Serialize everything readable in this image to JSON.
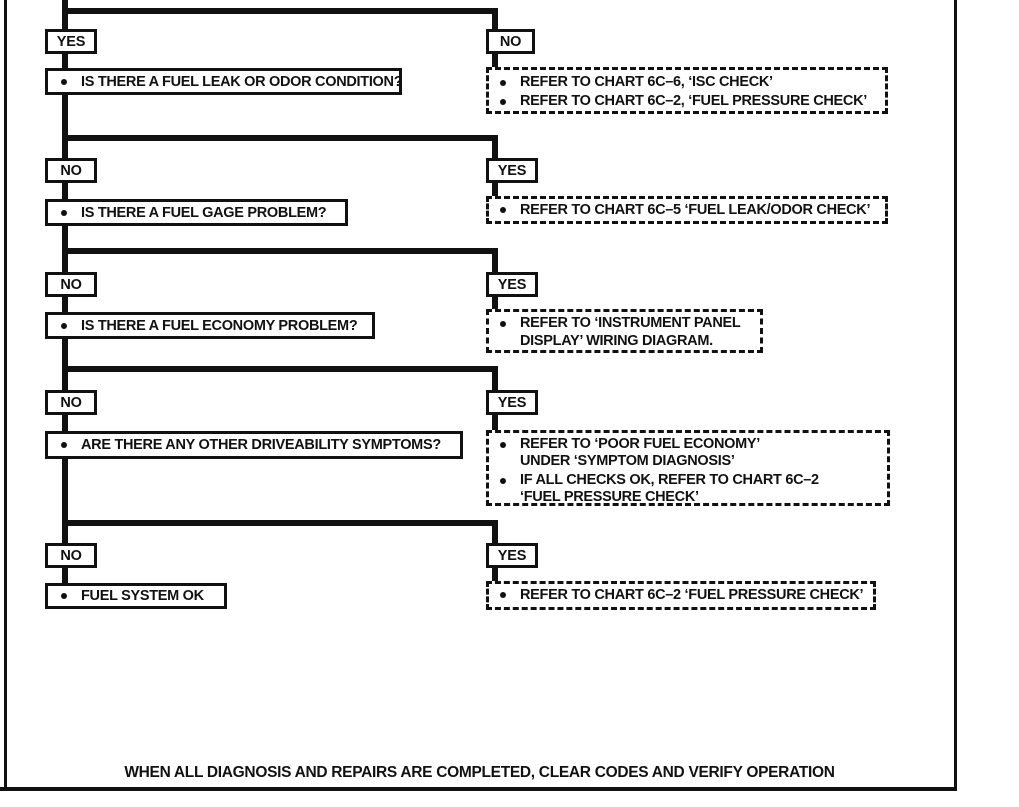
{
  "colors": {
    "ink": "#111111",
    "paper": "#ffffff"
  },
  "flow": {
    "rows": [
      {
        "left_label": "YES",
        "question": "IS THERE A FUEL LEAK OR ODOR CONDITION?",
        "right_label": "NO",
        "results": [
          {
            "text": "REFER TO CHART 6C–6, ‘ISC CHECK’"
          },
          {
            "text": "REFER TO CHART 6C–2, ‘FUEL PRESSURE CHECK’"
          }
        ]
      },
      {
        "left_label": "NO",
        "question": "IS THERE A FUEL GAGE PROBLEM?",
        "right_label": "YES",
        "results": [
          {
            "text": "REFER TO CHART 6C–5 ‘FUEL LEAK/ODOR CHECK’"
          }
        ]
      },
      {
        "left_label": "NO",
        "question": "IS THERE A FUEL ECONOMY PROBLEM?",
        "right_label": "YES",
        "results": [
          {
            "text": "REFER TO ‘INSTRUMENT PANEL"
          },
          {
            "text": "DISPLAY’ WIRING DIAGRAM.",
            "indent": true
          }
        ]
      },
      {
        "left_label": "NO",
        "question": "ARE THERE ANY OTHER DRIVEABILITY SYMPTOMS?",
        "right_label": "YES",
        "results": [
          {
            "text": "REFER TO ‘POOR FUEL ECONOMY’"
          },
          {
            "text": "UNDER ‘SYMPTOM DIAGNOSIS’",
            "indent": true
          },
          {
            "text": "IF ALL CHECKS OK, REFER TO CHART 6C–2"
          },
          {
            "text": "‘FUEL PRESSURE CHECK’",
            "indent": true
          }
        ]
      },
      {
        "left_label": "NO",
        "question": "FUEL SYSTEM  OK",
        "right_label": "YES",
        "results": [
          {
            "text": "REFER TO CHART 6C–2 ‘FUEL PRESSURE CHECK’"
          }
        ]
      }
    ],
    "footer": "WHEN ALL DIAGNOSIS AND REPAIRS ARE COMPLETED, CLEAR CODES AND VERIFY OPERATION"
  }
}
